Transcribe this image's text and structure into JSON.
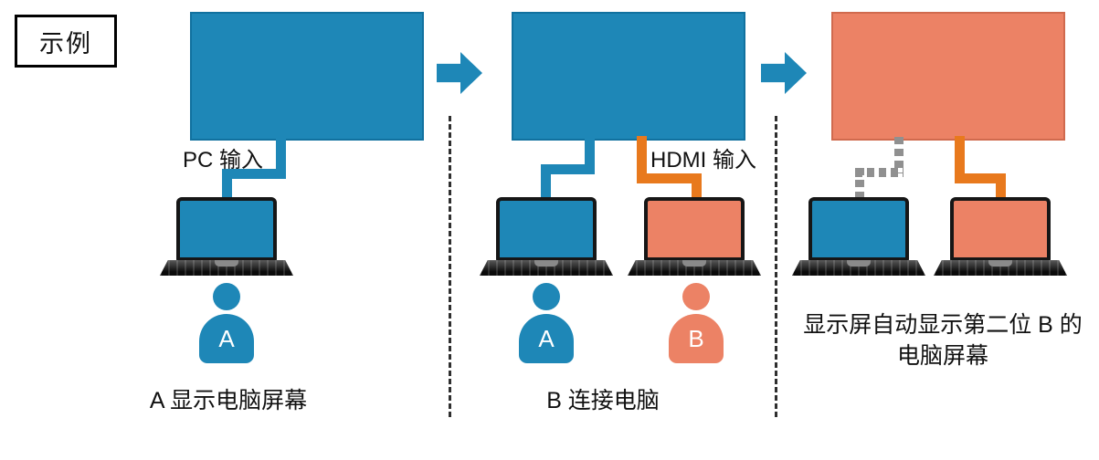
{
  "legend": {
    "label": "示例"
  },
  "colors": {
    "blue": "#1e87b7",
    "salmon": "#ec8265",
    "orange": "#e8791d",
    "gray": "#909090"
  },
  "panels": [
    {
      "cable_label": "PC 输入",
      "person_a_label": "A",
      "caption": "A 显示电脑屏幕"
    },
    {
      "cable_label": "HDMI 输入",
      "person_a_label": "A",
      "person_b_label": "B",
      "caption": "B 连接电脑"
    },
    {
      "caption_line1": "显示屏自动显示第二位 B 的",
      "caption_line2": "电脑屏幕"
    }
  ]
}
